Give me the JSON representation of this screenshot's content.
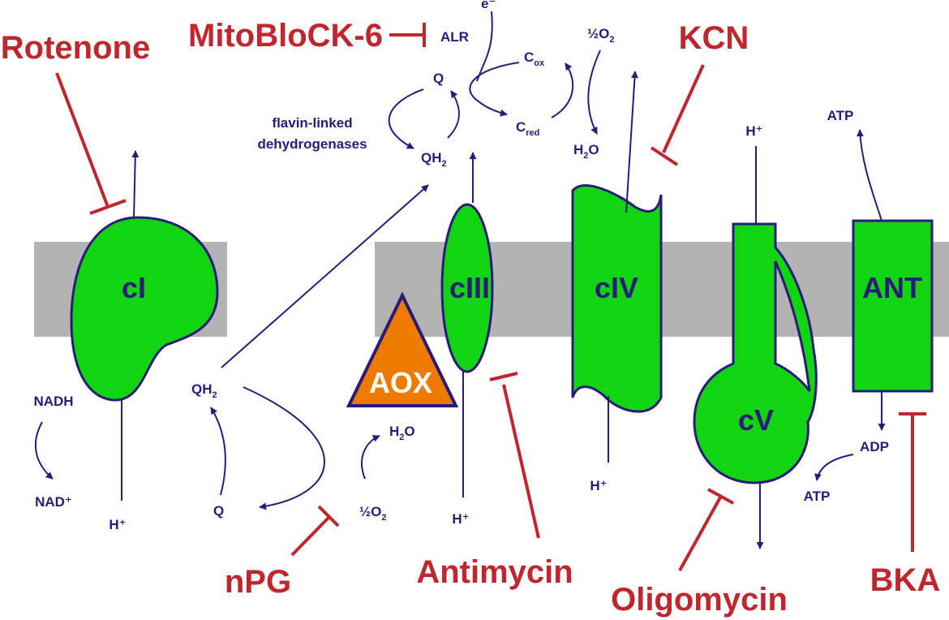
{
  "colors": {
    "membrane": "#b3b3b3",
    "complex_fill": "#11d511",
    "outline": "#2a1a7a",
    "inhibitor": "#c0262d",
    "aox_fill": "#ee7a00"
  },
  "complexes": {
    "ci": "cI",
    "ciii": "cIII",
    "civ": "cIV",
    "cv": "cV",
    "ant": "ANT",
    "aox": "AOX"
  },
  "inhibitors": {
    "rotenone": "Rotenone",
    "mitoblock": "MitoBloCK-6",
    "kcn": "KCN",
    "npg": "nPG",
    "antimycin": "Antimycin",
    "oligomycin": "Oligomycin",
    "bka": "BKA"
  },
  "labels": {
    "alr": "ALR",
    "e_minus": "e⁻",
    "half_o2_top": "½O",
    "o2_sub": "2",
    "c_letter": "C",
    "ox_sub": "ox",
    "red_sub": "red",
    "q_top": "Q",
    "qh_top": "QH",
    "qh2_sub": "2",
    "flavin_line1": "flavin-linked",
    "flavin_line2": "dehydrogenases",
    "h2o_top_h": "H",
    "h2o_top_o": "O",
    "h2o_sub": "2",
    "h_plus_civ_top": "H⁺",
    "atp_top": "ATP",
    "nadh": "NADH",
    "nad_plus": "NAD⁺",
    "h_plus_ci": "H⁺",
    "qh_bottom": "QH",
    "q_bottom": "Q",
    "h2o_mid_h": "H",
    "h2o_mid_o": "O",
    "half_o2_bottom": "½O",
    "h_plus_ciii": "H⁺",
    "h_plus_civ": "H⁺",
    "adp": "ADP",
    "atp_bottom": "ATP"
  }
}
